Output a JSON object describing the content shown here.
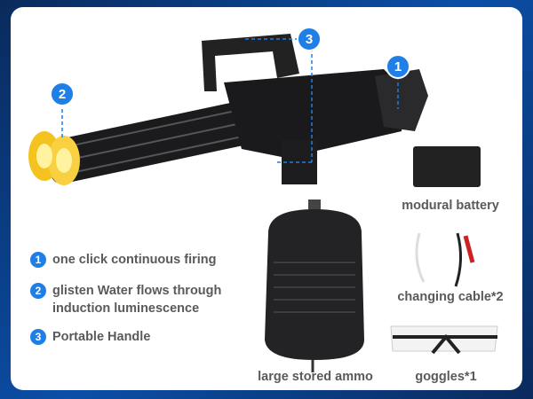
{
  "features": [
    {
      "num": "1",
      "text": "one click continuous firing"
    },
    {
      "num": "2",
      "text": "glisten Water flows through induction luminescence"
    },
    {
      "num": "3",
      "text": "Portable Handle"
    }
  ],
  "callouts": [
    "1",
    "2",
    "3"
  ],
  "accessories": {
    "battery": "modural battery",
    "cable": "changing cable*2",
    "ammo": "large stored ammo",
    "goggles": "goggles*1"
  },
  "colors": {
    "accent": "#1f7fe6",
    "frame": "#0b4fa8"
  }
}
